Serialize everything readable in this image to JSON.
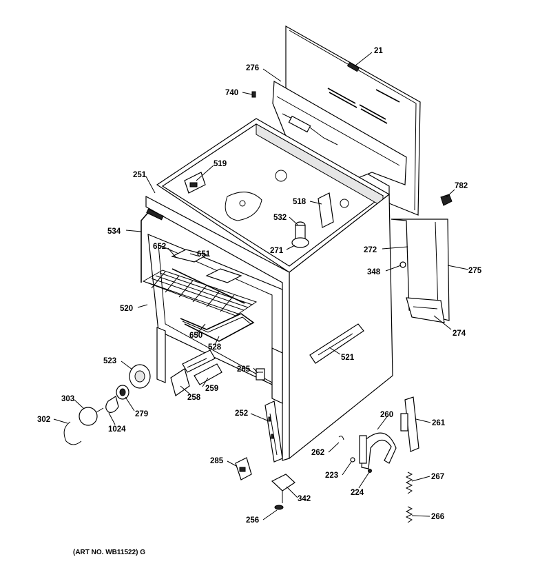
{
  "diagram": {
    "part_labels": [
      {
        "id": "p21",
        "text": "21"
      },
      {
        "id": "p276",
        "text": "276"
      },
      {
        "id": "p740",
        "text": "740"
      },
      {
        "id": "p782",
        "text": "782"
      },
      {
        "id": "p519",
        "text": "519"
      },
      {
        "id": "p251",
        "text": "251"
      },
      {
        "id": "p518",
        "text": "518"
      },
      {
        "id": "p534",
        "text": "534"
      },
      {
        "id": "p532",
        "text": "532"
      },
      {
        "id": "p652",
        "text": "652"
      },
      {
        "id": "p651",
        "text": "651"
      },
      {
        "id": "p271",
        "text": "271"
      },
      {
        "id": "p272",
        "text": "272"
      },
      {
        "id": "p348",
        "text": "348"
      },
      {
        "id": "p275",
        "text": "275"
      },
      {
        "id": "p520",
        "text": "520"
      },
      {
        "id": "p274",
        "text": "274"
      },
      {
        "id": "p650",
        "text": "650"
      },
      {
        "id": "p528",
        "text": "528"
      },
      {
        "id": "p521",
        "text": "521"
      },
      {
        "id": "p523",
        "text": "523"
      },
      {
        "id": "p265",
        "text": "265"
      },
      {
        "id": "p259",
        "text": "259"
      },
      {
        "id": "p258",
        "text": "258"
      },
      {
        "id": "p279",
        "text": "279"
      },
      {
        "id": "p303",
        "text": "303"
      },
      {
        "id": "p252",
        "text": "252"
      },
      {
        "id": "p260",
        "text": "260"
      },
      {
        "id": "p261",
        "text": "261"
      },
      {
        "id": "p302",
        "text": "302"
      },
      {
        "id": "p1024",
        "text": "1024"
      },
      {
        "id": "p262",
        "text": "262"
      },
      {
        "id": "p285",
        "text": "285"
      },
      {
        "id": "p223",
        "text": "223"
      },
      {
        "id": "p267",
        "text": "267"
      },
      {
        "id": "p224",
        "text": "224"
      },
      {
        "id": "p342",
        "text": "342"
      },
      {
        "id": "p256",
        "text": "256"
      },
      {
        "id": "p266",
        "text": "266"
      }
    ],
    "art_number": "(ART NO. WB11522) G"
  }
}
